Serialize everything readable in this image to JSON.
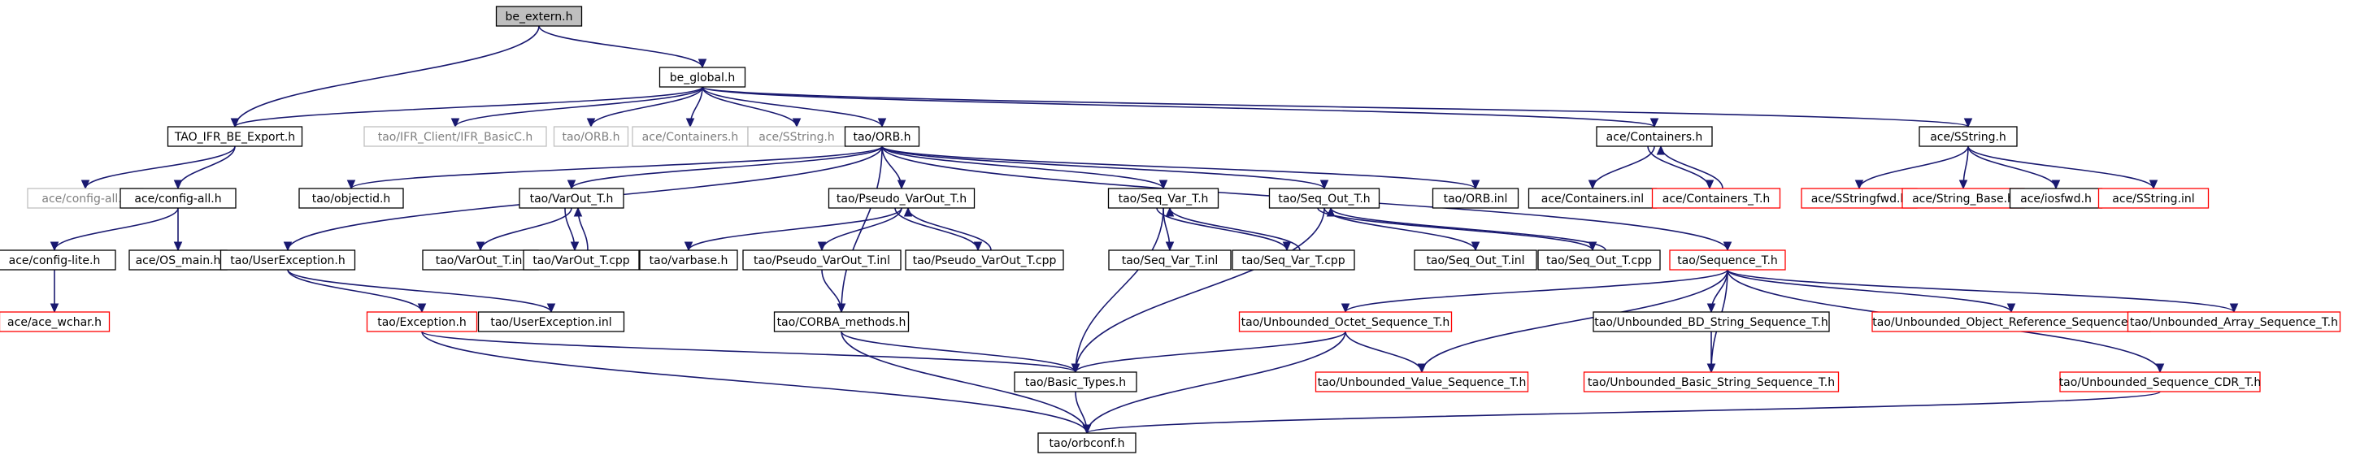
{
  "diagram": {
    "colors": {
      "edge": "#191970",
      "normal_border": "#000000",
      "normal_fill": "#ffffff",
      "root_fill": "#bfbfbf",
      "truncated_border": "#ff0000",
      "external_border": "#bfbfbf"
    },
    "nodes": [
      {
        "id": "be_extern",
        "label": "be_extern.h",
        "style": "root"
      },
      {
        "id": "be_global",
        "label": "be_global.h",
        "style": "normal"
      },
      {
        "id": "tao_ifr_be_export",
        "label": "TAO_IFR_BE_Export.h",
        "style": "normal"
      },
      {
        "id": "ifr_basicc",
        "label": "tao/IFR_Client/IFR_BasicC.h",
        "style": "external"
      },
      {
        "id": "tao_orb_plain",
        "label": "tao/ORB.h",
        "style": "external"
      },
      {
        "id": "ace_containers_plain",
        "label": "ace/Containers.h",
        "style": "external"
      },
      {
        "id": "ace_sstring_plain",
        "label": "ace/SString.h",
        "style": "external"
      },
      {
        "id": "tao_orb",
        "label": "tao/ORB.h",
        "style": "normal"
      },
      {
        "id": "ace_containers",
        "label": "ace/Containers.h",
        "style": "normal"
      },
      {
        "id": "ace_sstring",
        "label": "ace/SString.h",
        "style": "normal"
      },
      {
        "id": "ace_config_all_ext",
        "label": "ace/config-all.h",
        "style": "external"
      },
      {
        "id": "ace_config_all",
        "label": "ace/config-all.h",
        "style": "normal"
      },
      {
        "id": "tao_objectid",
        "label": "tao/objectid.h",
        "style": "normal"
      },
      {
        "id": "tao_varout_t",
        "label": "tao/VarOut_T.h",
        "style": "normal"
      },
      {
        "id": "tao_pseudo_varout_t",
        "label": "tao/Pseudo_VarOut_T.h",
        "style": "normal"
      },
      {
        "id": "tao_seq_var_t",
        "label": "tao/Seq_Var_T.h",
        "style": "normal"
      },
      {
        "id": "tao_seq_out_t",
        "label": "tao/Seq_Out_T.h",
        "style": "normal"
      },
      {
        "id": "tao_orb_inl",
        "label": "tao/ORB.inl",
        "style": "normal"
      },
      {
        "id": "ace_containers_inl",
        "label": "ace/Containers.inl",
        "style": "normal"
      },
      {
        "id": "ace_containers_t",
        "label": "ace/Containers_T.h",
        "style": "truncated"
      },
      {
        "id": "ace_sstringfwd",
        "label": "ace/SStringfwd.h",
        "style": "truncated"
      },
      {
        "id": "ace_string_base",
        "label": "ace/String_Base.h",
        "style": "truncated"
      },
      {
        "id": "ace_iosfwd",
        "label": "ace/iosfwd.h",
        "style": "normal"
      },
      {
        "id": "ace_sstring_inl",
        "label": "ace/SString.inl",
        "style": "truncated"
      },
      {
        "id": "ace_config_lite",
        "label": "ace/config-lite.h",
        "style": "normal"
      },
      {
        "id": "ace_os_main",
        "label": "ace/OS_main.h",
        "style": "normal"
      },
      {
        "id": "tao_userexception",
        "label": "tao/UserException.h",
        "style": "normal"
      },
      {
        "id": "tao_varout_t_inl",
        "label": "tao/VarOut_T.inl",
        "style": "normal"
      },
      {
        "id": "tao_varout_t_cpp",
        "label": "tao/VarOut_T.cpp",
        "style": "normal"
      },
      {
        "id": "tao_varbase",
        "label": "tao/varbase.h",
        "style": "normal"
      },
      {
        "id": "tao_pseudo_varout_t_inl",
        "label": "tao/Pseudo_VarOut_T.inl",
        "style": "normal"
      },
      {
        "id": "tao_pseudo_varout_t_cpp",
        "label": "tao/Pseudo_VarOut_T.cpp",
        "style": "normal"
      },
      {
        "id": "tao_seq_var_t_inl",
        "label": "tao/Seq_Var_T.inl",
        "style": "normal"
      },
      {
        "id": "tao_seq_var_t_cpp",
        "label": "tao/Seq_Var_T.cpp",
        "style": "normal"
      },
      {
        "id": "tao_seq_out_t_inl",
        "label": "tao/Seq_Out_T.inl",
        "style": "normal"
      },
      {
        "id": "tao_seq_out_t_cpp",
        "label": "tao/Seq_Out_T.cpp",
        "style": "normal"
      },
      {
        "id": "tao_sequence_t",
        "label": "tao/Sequence_T.h",
        "style": "truncated"
      },
      {
        "id": "ace_ace_wchar",
        "label": "ace/ace_wchar.h",
        "style": "truncated"
      },
      {
        "id": "tao_exception",
        "label": "tao/Exception.h",
        "style": "truncated"
      },
      {
        "id": "tao_userexception_inl",
        "label": "tao/UserException.inl",
        "style": "normal"
      },
      {
        "id": "tao_corba_methods",
        "label": "tao/CORBA_methods.h",
        "style": "normal"
      },
      {
        "id": "tao_unbounded_octet",
        "label": "tao/Unbounded_Octet_Sequence_T.h",
        "style": "truncated"
      },
      {
        "id": "tao_unbounded_bd_string",
        "label": "tao/Unbounded_BD_String_Sequence_T.h",
        "style": "normal"
      },
      {
        "id": "tao_unbounded_objref",
        "label": "tao/Unbounded_Object_Reference_Sequence_T.h",
        "style": "truncated"
      },
      {
        "id": "tao_unbounded_array",
        "label": "tao/Unbounded_Array_Sequence_T.h",
        "style": "truncated"
      },
      {
        "id": "tao_basic_types",
        "label": "tao/Basic_Types.h",
        "style": "normal"
      },
      {
        "id": "tao_unbounded_value",
        "label": "tao/Unbounded_Value_Sequence_T.h",
        "style": "truncated"
      },
      {
        "id": "tao_unbounded_basic_string",
        "label": "tao/Unbounded_Basic_String_Sequence_T.h",
        "style": "truncated"
      },
      {
        "id": "tao_unbounded_cdr",
        "label": "tao/Unbounded_Sequence_CDR_T.h",
        "style": "truncated"
      },
      {
        "id": "tao_orbconf",
        "label": "tao/orbconf.h",
        "style": "normal"
      }
    ],
    "edges": [
      [
        "be_extern",
        "be_global"
      ],
      [
        "be_extern",
        "tao_ifr_be_export"
      ],
      [
        "be_global",
        "tao_ifr_be_export"
      ],
      [
        "be_global",
        "ifr_basicc"
      ],
      [
        "be_global",
        "tao_orb_plain"
      ],
      [
        "be_global",
        "ace_containers_plain"
      ],
      [
        "be_global",
        "ace_sstring_plain"
      ],
      [
        "be_global",
        "tao_orb"
      ],
      [
        "be_global",
        "ace_containers"
      ],
      [
        "be_global",
        "ace_sstring"
      ],
      [
        "tao_ifr_be_export",
        "ace_config_all_ext"
      ],
      [
        "tao_ifr_be_export",
        "ace_config_all"
      ],
      [
        "ace_config_all",
        "ace_config_lite"
      ],
      [
        "ace_config_all",
        "ace_os_main"
      ],
      [
        "ace_config_lite",
        "ace_ace_wchar"
      ],
      [
        "tao_orb",
        "tao_userexception"
      ],
      [
        "tao_orb",
        "tao_objectid"
      ],
      [
        "tao_orb",
        "tao_corba_methods"
      ],
      [
        "tao_orb",
        "tao_varout_t"
      ],
      [
        "tao_orb",
        "tao_pseudo_varout_t"
      ],
      [
        "tao_orb",
        "tao_seq_var_t"
      ],
      [
        "tao_orb",
        "tao_seq_out_t"
      ],
      [
        "tao_orb",
        "tao_orb_inl"
      ],
      [
        "tao_orb",
        "tao_sequence_t"
      ],
      [
        "tao_userexception",
        "tao_exception"
      ],
      [
        "tao_userexception",
        "tao_userexception_inl"
      ],
      [
        "tao_exception",
        "tao_basic_types"
      ],
      [
        "tao_exception",
        "tao_orbconf"
      ],
      [
        "tao_varout_t",
        "tao_varout_t_inl"
      ],
      [
        "tao_varout_t",
        "tao_varout_t_cpp"
      ],
      [
        "tao_varout_t_cpp",
        "tao_varout_t"
      ],
      [
        "tao_pseudo_varout_t",
        "tao_varbase"
      ],
      [
        "tao_pseudo_varout_t",
        "tao_pseudo_varout_t_inl"
      ],
      [
        "tao_pseudo_varout_t",
        "tao_pseudo_varout_t_cpp"
      ],
      [
        "tao_pseudo_varout_t_cpp",
        "tao_pseudo_varout_t"
      ],
      [
        "tao_pseudo_varout_t_inl",
        "tao_corba_methods"
      ],
      [
        "tao_corba_methods",
        "tao_basic_types"
      ],
      [
        "tao_corba_methods",
        "tao_orbconf"
      ],
      [
        "tao_seq_var_t",
        "tao_seq_var_t_inl"
      ],
      [
        "tao_seq_var_t",
        "tao_seq_var_t_cpp"
      ],
      [
        "tao_seq_var_t_cpp",
        "tao_seq_var_t"
      ],
      [
        "tao_seq_var_t",
        "tao_basic_types"
      ],
      [
        "tao_seq_out_t",
        "tao_seq_out_t_inl"
      ],
      [
        "tao_seq_out_t",
        "tao_seq_out_t_cpp"
      ],
      [
        "tao_seq_out_t_cpp",
        "tao_seq_out_t"
      ],
      [
        "tao_seq_out_t",
        "tao_basic_types"
      ],
      [
        "ace_containers",
        "ace_containers_inl"
      ],
      [
        "ace_containers",
        "ace_containers_t"
      ],
      [
        "ace_containers_t",
        "ace_containers"
      ],
      [
        "ace_sstring",
        "ace_sstringfwd"
      ],
      [
        "ace_sstring",
        "ace_string_base"
      ],
      [
        "ace_sstring",
        "ace_iosfwd"
      ],
      [
        "ace_sstring",
        "ace_sstring_inl"
      ],
      [
        "tao_sequence_t",
        "tao_unbounded_octet"
      ],
      [
        "tao_sequence_t",
        "tao_unbounded_value"
      ],
      [
        "tao_sequence_t",
        "tao_unbounded_bd_string"
      ],
      [
        "tao_sequence_t",
        "tao_unbounded_basic_string"
      ],
      [
        "tao_sequence_t",
        "tao_unbounded_objref"
      ],
      [
        "tao_sequence_t",
        "tao_unbounded_array"
      ],
      [
        "tao_sequence_t",
        "tao_unbounded_cdr"
      ],
      [
        "tao_unbounded_octet",
        "tao_unbounded_value"
      ],
      [
        "tao_unbounded_octet",
        "tao_basic_types"
      ],
      [
        "tao_unbounded_octet",
        "tao_orbconf"
      ],
      [
        "tao_unbounded_bd_string",
        "tao_unbounded_basic_string"
      ],
      [
        "tao_unbounded_cdr",
        "tao_orbconf"
      ],
      [
        "tao_basic_types",
        "tao_orbconf"
      ]
    ]
  }
}
